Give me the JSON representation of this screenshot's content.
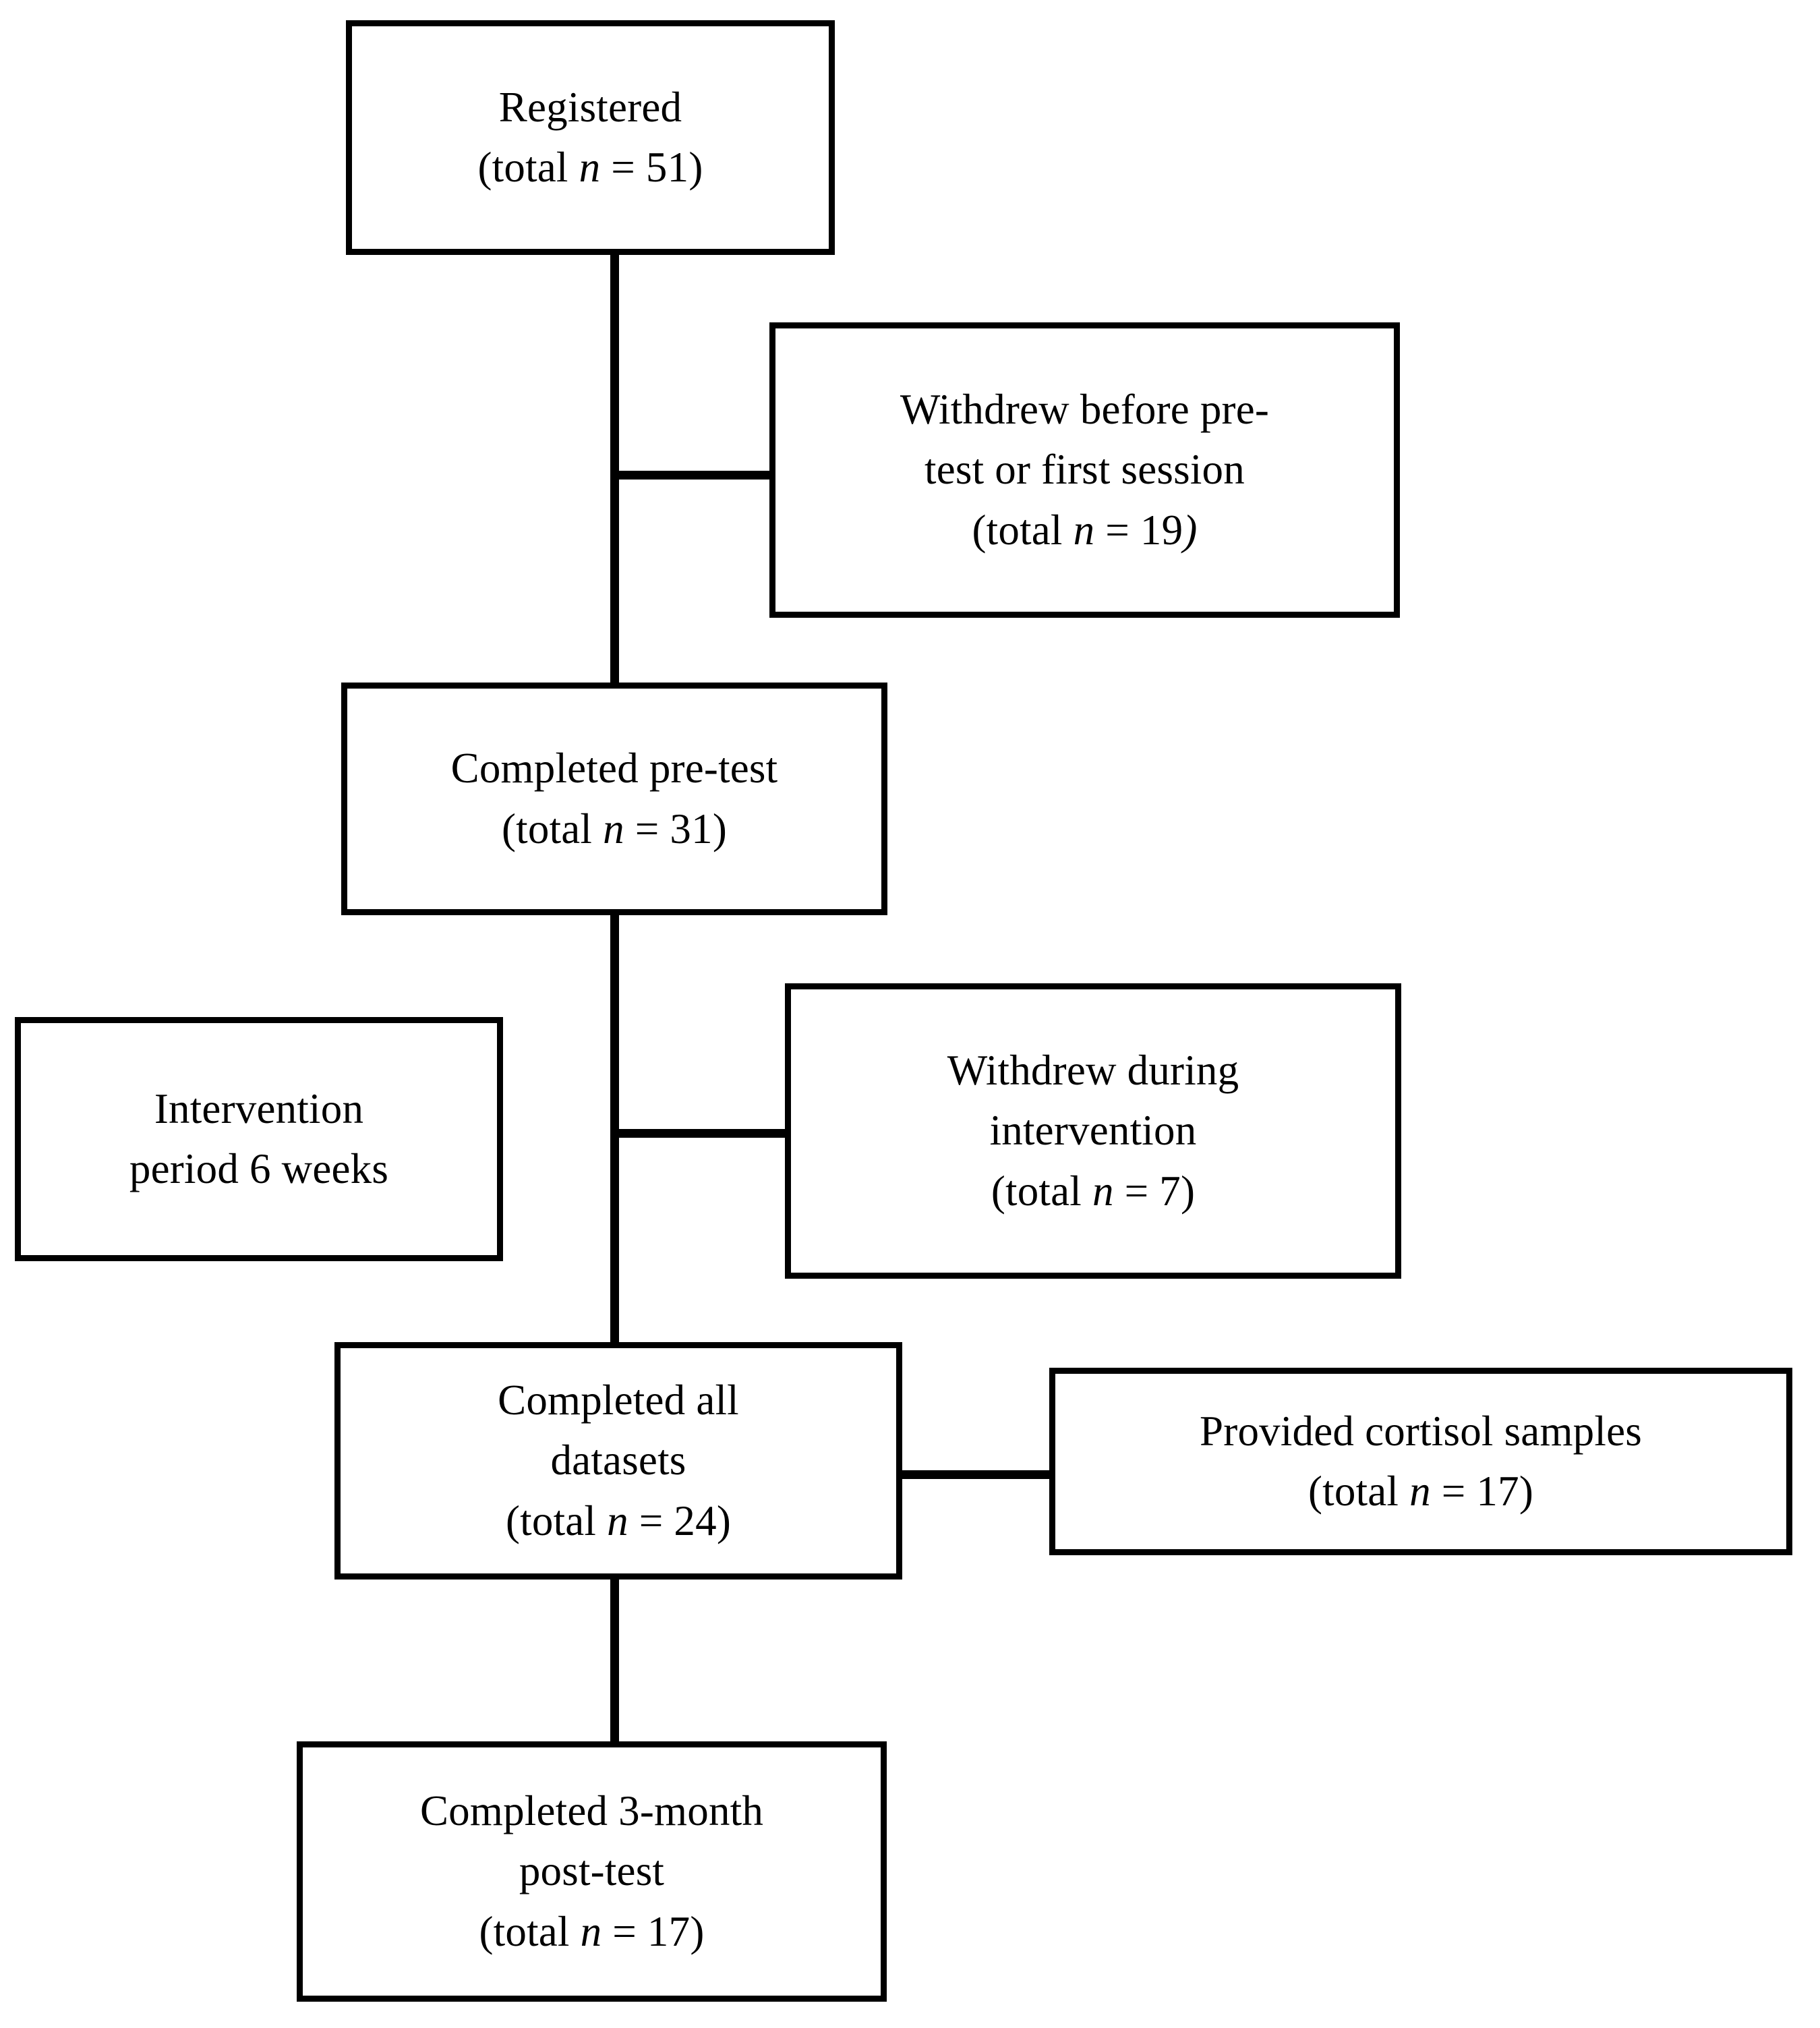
{
  "figure": {
    "type": "participant-flow-diagram",
    "orientation": "vertical",
    "stroke_color": "#000000",
    "background_color": "#ffffff"
  },
  "nodes": {
    "registered": {
      "id": "registered",
      "line1": "Registered",
      "line2_prefix": "(total ",
      "line2_italic": "n",
      "line2_suffix": " = 51)",
      "count": 51
    },
    "withdrew_pre": {
      "id": "withdrew-before-pretest",
      "line1": "Withdrew before pre-",
      "line2": "test or first session",
      "line3_prefix": "(total ",
      "line3_italic": "n",
      "line3_suffix": " = 19",
      "line3_close_italic": ")",
      "count": 19
    },
    "pretest": {
      "id": "completed-pretest",
      "line1": "Completed pre-test",
      "line2_prefix": "(total ",
      "line2_italic": "n",
      "line2_suffix": " = 31)",
      "count": 31
    },
    "intervention": {
      "id": "intervention-period",
      "line1": "Intervention",
      "line2": "period 6 weeks",
      "duration_weeks": 6
    },
    "withdrew_during": {
      "id": "withdrew-during-intervention",
      "line1": "Withdrew during",
      "line2": "intervention",
      "line3_prefix": "(total ",
      "line3_italic": "n",
      "line3_suffix": " = 7)",
      "count": 7
    },
    "all_datasets": {
      "id": "completed-all-datasets",
      "line1": "Completed all",
      "line2": "datasets",
      "line3_prefix": "(total ",
      "line3_italic": "n",
      "line3_suffix": " = 24)",
      "count": 24
    },
    "cortisol": {
      "id": "provided-cortisol-samples",
      "line1": "Provided cortisol samples",
      "line2_prefix": "(total ",
      "line2_italic": "n",
      "line2_suffix": " = 17)",
      "count": 17
    },
    "posttest": {
      "id": "completed-3-month-posttest",
      "line1": "Completed 3-month",
      "line2": "post-test",
      "line3_prefix": "(total ",
      "line3_italic": "n",
      "line3_suffix": " = 17)",
      "count": 17
    }
  },
  "connectors": [
    {
      "id": "trunk-registered-to-pretest",
      "from": "registered",
      "to": "pretest",
      "kind": "vertical"
    },
    {
      "id": "branch-to-withdrew-pre",
      "from": "trunk-registered-to-pretest",
      "to": "withdrew_pre",
      "kind": "horizontal"
    },
    {
      "id": "trunk-pretest-to-alldatasets",
      "from": "pretest",
      "to": "all_datasets",
      "kind": "vertical"
    },
    {
      "id": "branch-to-withdrew-during",
      "from": "trunk-pretest-to-alldatasets",
      "to": "withdrew_during",
      "kind": "horizontal"
    },
    {
      "id": "branch-to-cortisol",
      "from": "all_datasets",
      "to": "cortisol",
      "kind": "horizontal"
    },
    {
      "id": "trunk-alldatasets-to-posttest",
      "from": "all_datasets",
      "to": "posttest",
      "kind": "vertical"
    }
  ]
}
